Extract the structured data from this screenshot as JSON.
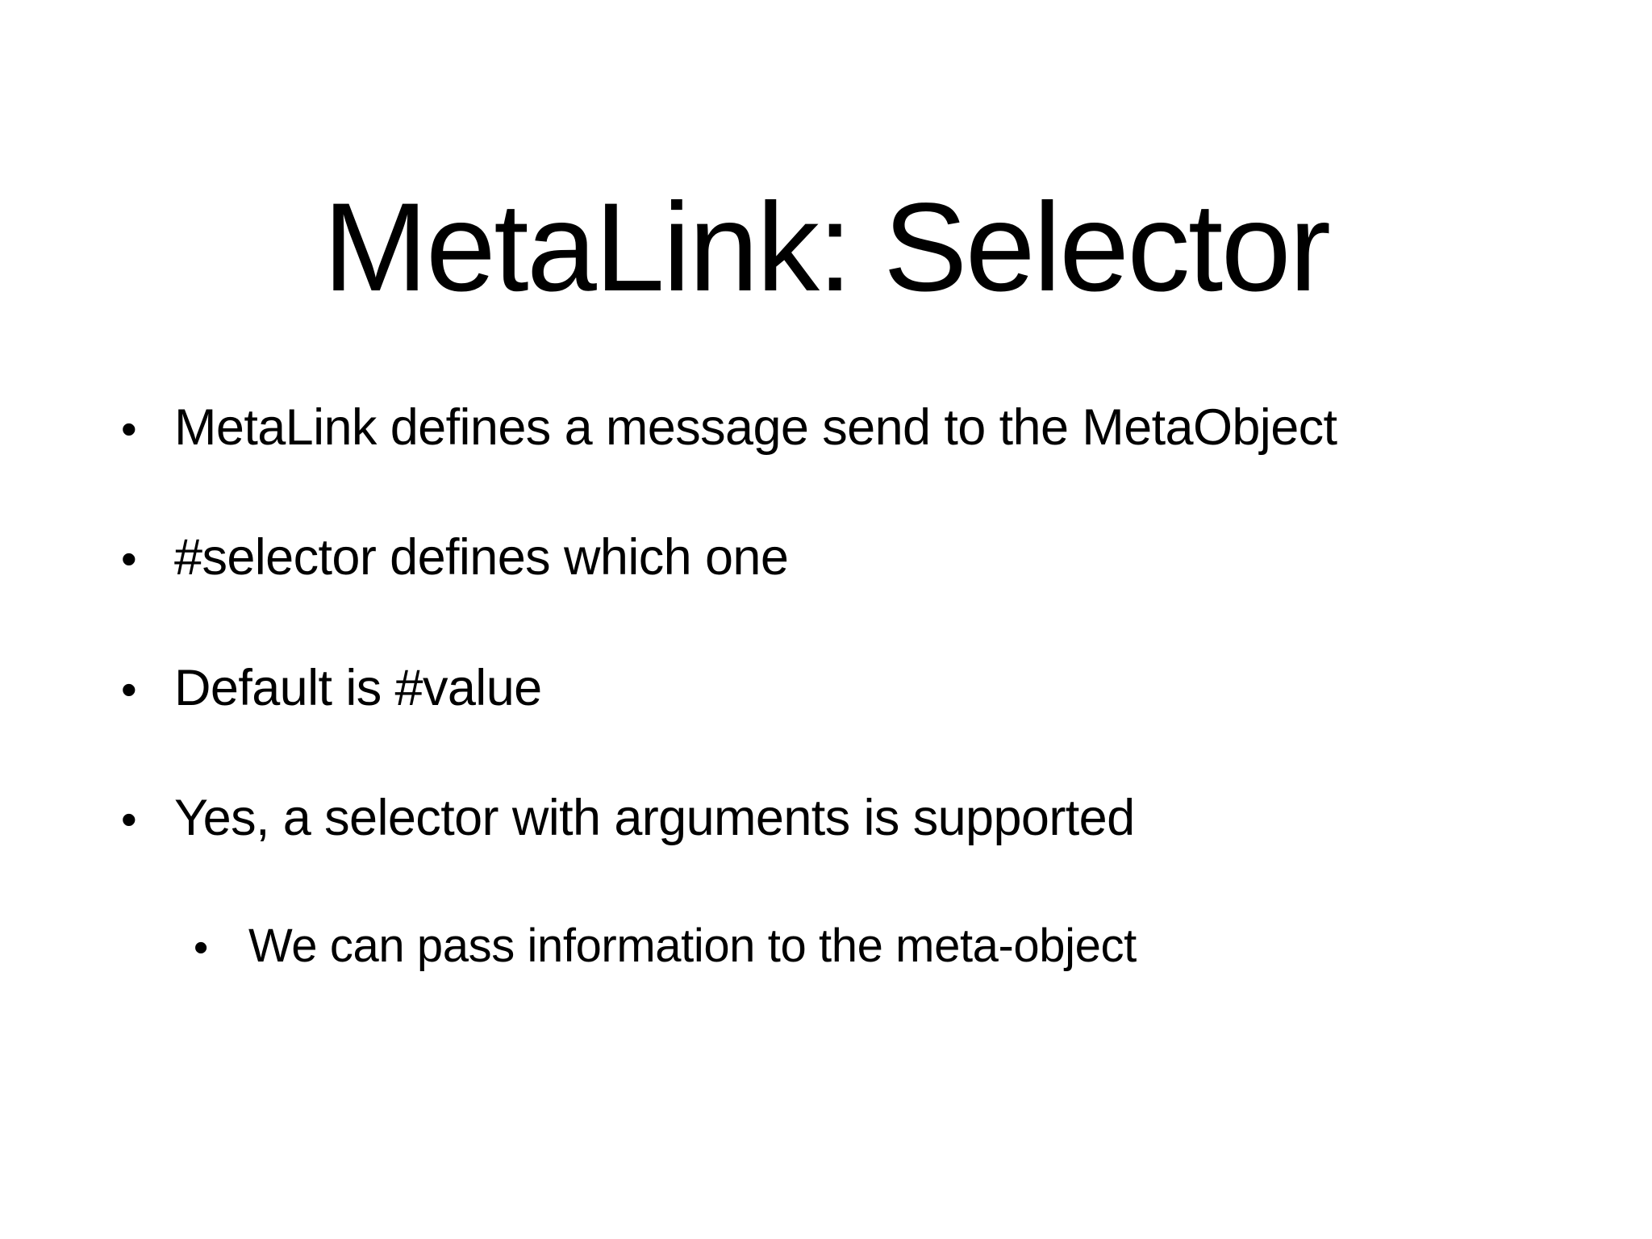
{
  "slide": {
    "title": "MetaLink: Selector",
    "background_color": "#ffffff",
    "text_color": "#000000",
    "bullet_glyph": "•",
    "bullets": [
      {
        "level": 1,
        "marker": "•",
        "text": "MetaLink defines a message send to the MetaObject"
      },
      {
        "level": 1,
        "marker": "•",
        "text": "#selector defines which one"
      },
      {
        "level": 1,
        "marker": "•",
        "text": "Default is #value"
      },
      {
        "level": 1,
        "marker": "•",
        "text": "Yes, a selector with arguments is supported"
      },
      {
        "level": 2,
        "marker": "•",
        "text": "We can pass information to the meta-object"
      }
    ]
  }
}
